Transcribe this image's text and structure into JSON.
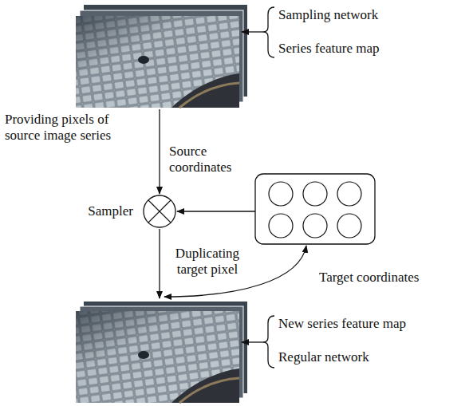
{
  "diagram": {
    "nodes": [
      {
        "text": [
          "Sampler"
        ]
      }
    ],
    "labels": [
      "Sampling network",
      "Series feature map",
      "Providing pixels of source image series",
      "Source coordinates",
      "Duplicating target pixel",
      "Target coordinates",
      "New series feature map",
      "Regular network"
    ]
  }
}
